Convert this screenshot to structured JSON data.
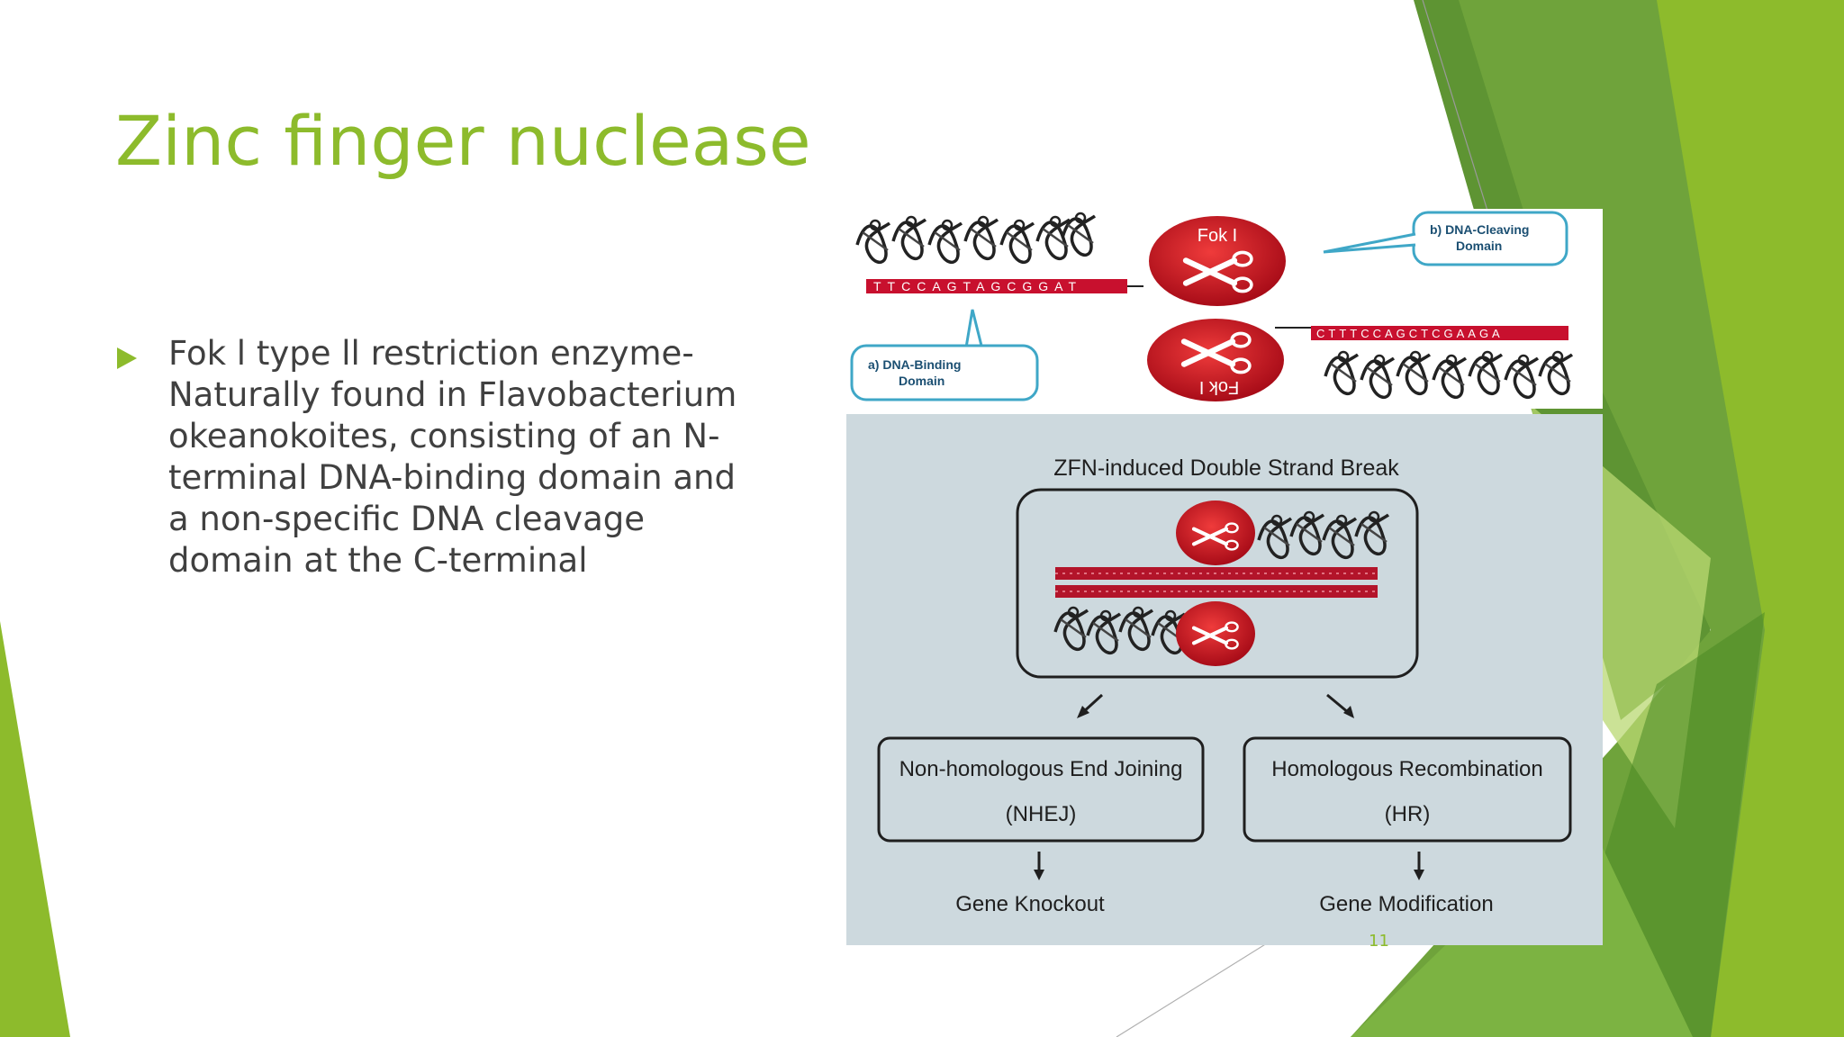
{
  "slide": {
    "title": "Zinc finger nuclease",
    "bullet": "Fok l type ll restriction enzyme- Naturally found in Flavobacterium okeanokoites, consisting of an N-terminal DNA-binding domain and a non-specific DNA cleavage domain at the C-terminal",
    "page_number": "11"
  },
  "diagram": {
    "top_panel": {
      "enzyme_top": "Fok I",
      "enzyme_bottom": "Fok I",
      "sequence_top": "TTCCAGTAGCGGAT",
      "sequence_bottom": "CTTTCCAGCTCGAAGA",
      "callout_cleaving": "b) DNA-Cleaving Domain",
      "callout_binding": "a) DNA-Binding Domain"
    },
    "bottom_panel": {
      "heading": "ZFN-induced Double Strand Break",
      "left_box_line1": "Non-homologous End Joining",
      "left_box_line2": "(NHEJ)",
      "right_box_line1": "Homologous Recombination",
      "right_box_line2": "(HR)",
      "left_outcome": "Gene Knockout",
      "right_outcome": "Gene Modification"
    }
  },
  "colors": {
    "accent_green": "#8dbb2c",
    "enzyme_red": "#c8102e",
    "panel_bg": "#cdd9de"
  }
}
